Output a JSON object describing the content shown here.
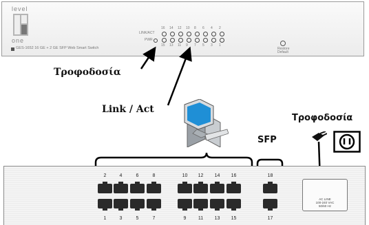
{
  "front_panel": {
    "logo_top": "level",
    "logo_bottom": "one",
    "model_text": "GES-1652  16 GE + 2 GE SFP Web Smart Switch",
    "led_top_numbers": [
      "16",
      "14",
      "12",
      "10",
      "8",
      "6",
      "4",
      "2"
    ],
    "led_bottom_numbers": [
      "15",
      "13",
      "11",
      "9",
      "7",
      "5",
      "3",
      "1"
    ],
    "linkact_label": "LINK/ACT",
    "power_label": "PWR",
    "reset_label": "Restore Default"
  },
  "callouts": {
    "power_front": "Τροφοδοσία",
    "link_act": "Link / Act",
    "sfp": "SFP",
    "power_back": "Τροφοδοσία"
  },
  "back_panel": {
    "top_port_numbers": [
      "2",
      "4",
      "6",
      "8",
      "10",
      "12",
      "14",
      "16"
    ],
    "bottom_port_numbers": [
      "1",
      "3",
      "5",
      "7",
      "9",
      "11",
      "13",
      "15"
    ],
    "sfp_top_number": "18",
    "sfp_bottom_number": "17",
    "psu_line1": "AC LINE",
    "psu_line2": "100-240 VAC",
    "psu_line3": "50/60 Hz"
  },
  "icons": {
    "computer": "computer-icon",
    "power_plug": "power-plug-icon",
    "power_outlet": "power-outlet-icon"
  },
  "colors": {
    "port_dark": "#2a2a2a",
    "logo_gray": "#8a8a8a",
    "monitor_screen": "#1f8fd6"
  }
}
